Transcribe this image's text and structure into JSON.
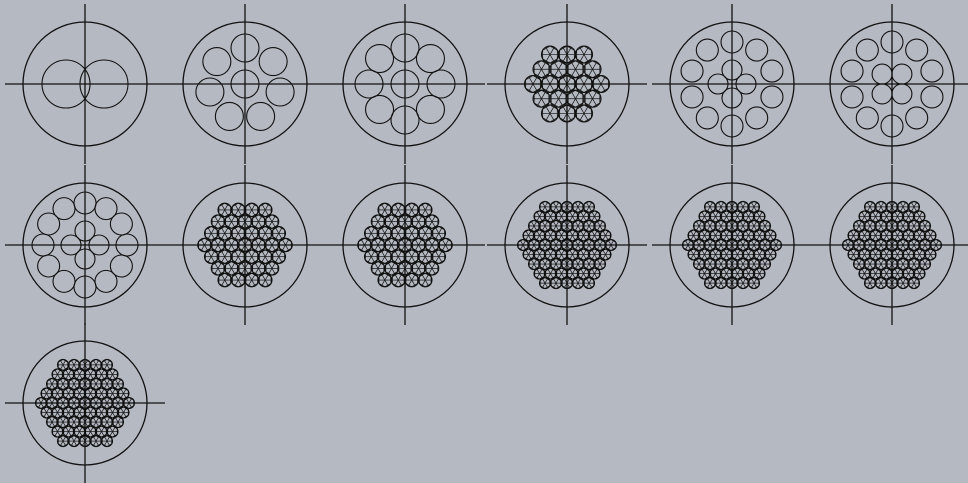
{
  "figure": {
    "background": "#b5b9c2",
    "ink": "#111111",
    "layouts": [
      {
        "id": "two-overlap",
        "pattern": "overlap2"
      },
      {
        "id": "ring-7",
        "pattern": "ring",
        "ringCount": 7,
        "center": true
      },
      {
        "id": "ring-8",
        "pattern": "ring",
        "ringCount": 8,
        "center": true
      },
      {
        "id": "hex-19",
        "pattern": "hex",
        "hexRadius": 2
      },
      {
        "id": "ring-10-cross",
        "pattern": "ringcross",
        "ringCount": 10,
        "inner": 4
      },
      {
        "id": "ring-10-inner",
        "pattern": "ringinner",
        "ringCount": 10,
        "inner": 4
      },
      {
        "id": "ring-12-cross",
        "pattern": "ringcross",
        "ringCount": 12,
        "inner": 4
      },
      {
        "id": "hex-37",
        "pattern": "hex",
        "hexRadius": 3
      },
      {
        "id": "hex-37b",
        "pattern": "hex",
        "hexRadius": 3
      },
      {
        "id": "hex-61",
        "pattern": "hex",
        "hexRadius": 4
      },
      {
        "id": "hex-61b",
        "pattern": "hex",
        "hexRadius": 4
      },
      {
        "id": "hex-61c",
        "pattern": "hex",
        "hexRadius": 4
      },
      {
        "id": "hex-61d",
        "pattern": "hex",
        "hexRadius": 4
      }
    ]
  }
}
